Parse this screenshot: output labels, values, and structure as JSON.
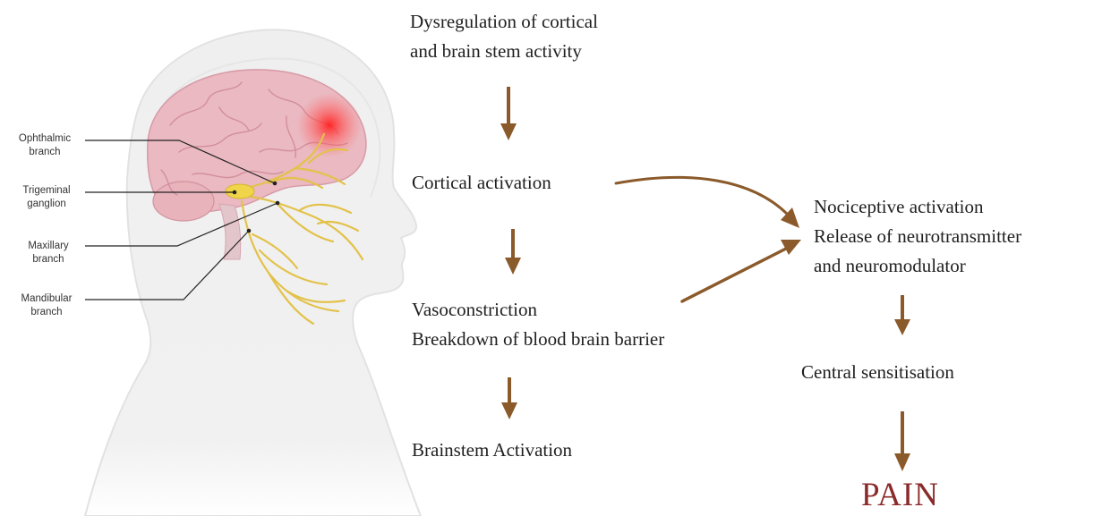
{
  "labels": {
    "dysregulation": [
      "Dysregulation of  cortical",
      "and brain stem activity"
    ],
    "cortical": "Cortical activation",
    "vaso": [
      "Vasoconstriction",
      "Breakdown of blood brain barrier"
    ],
    "brainstem": "Brainstem Activation",
    "nociceptive": [
      "Nociceptive activation",
      "Release of neurotransmitter",
      "and neuromodulator"
    ],
    "central": "Central sensitisation",
    "pain": "PAIN"
  },
  "anatomy": {
    "ophthalmic": [
      "Ophthalmic",
      "branch"
    ],
    "trigeminal": [
      "Trigeminal",
      "ganglion"
    ],
    "maxillary": [
      "Maxillary",
      "branch"
    ],
    "mandibular": [
      "Mandibular",
      "branch"
    ]
  },
  "colors": {
    "arrow": "#8b5a2b",
    "pain": "#8a2a2a",
    "nerve": "#e3c24a",
    "brain": "#eab9c1",
    "pain_spot": "#ff2a2a"
  }
}
